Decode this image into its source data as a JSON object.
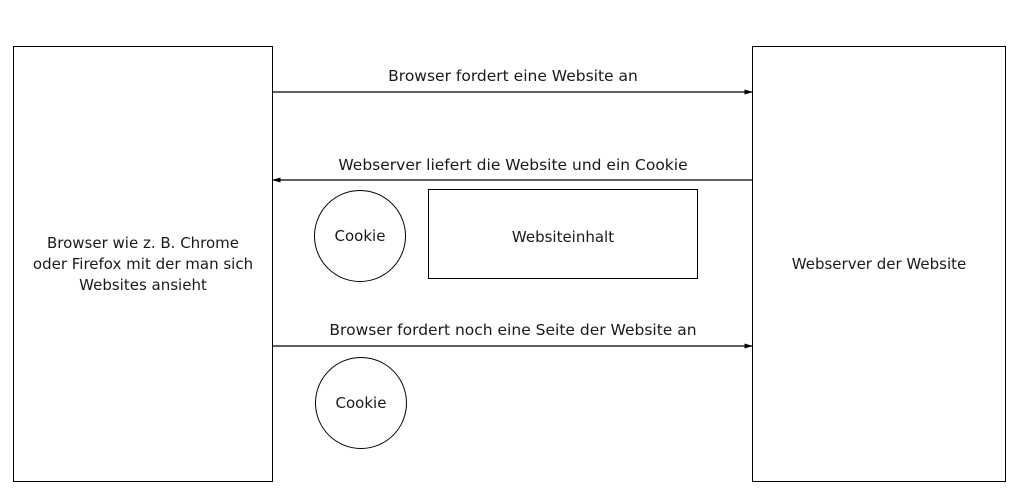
{
  "browser": {
    "label": "Browser wie z. B. Chrome oder Firefox mit der man sich Websites ansieht"
  },
  "server": {
    "label": "Webserver der Website"
  },
  "messages": {
    "request_1": "Browser fordert eine Website an",
    "response": "Webserver liefert die Website und ein Cookie",
    "request_2": "Browser fordert noch eine Seite der Website an"
  },
  "payload": {
    "cookie_1": "Cookie",
    "content": "Websiteinhalt",
    "cookie_2": "Cookie"
  }
}
